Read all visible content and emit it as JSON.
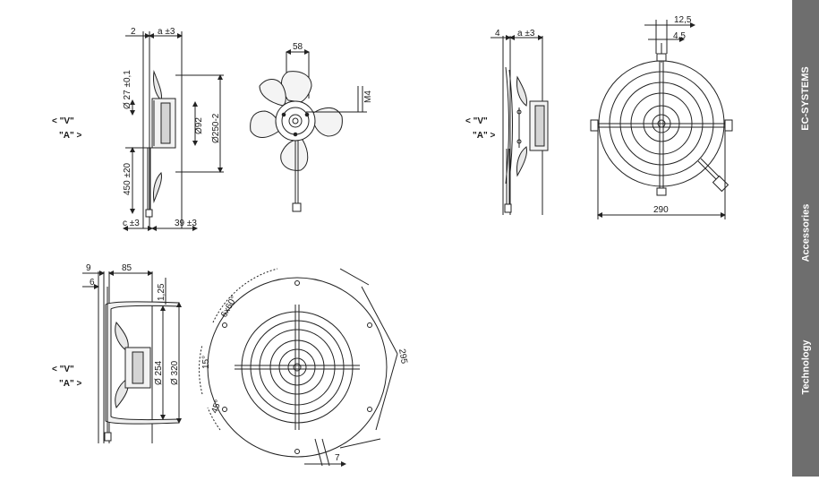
{
  "sidebar": {
    "tabs": [
      {
        "label": "EC-SYSTEMS"
      },
      {
        "label": "Accessories"
      },
      {
        "label": "Technology"
      }
    ]
  },
  "view_labels": {
    "v": "< \"V\"",
    "a": "\"A\" >"
  },
  "drawing1": {
    "dim_2": "2",
    "dim_a": "a ±3",
    "dim_27": "Ø 27 ±0,1",
    "dim_92": "Ø92",
    "dim_250": "Ø250-2",
    "dim_450": "450 ±20",
    "dim_c": "c ±3",
    "dim_39": "39 ±3",
    "dim_58": "58",
    "dim_m4": "M4"
  },
  "drawing2": {
    "dim_4": "4",
    "dim_a": "a ±3",
    "dim_12_5": "12,5",
    "dim_4_5": "4,5",
    "dim_290": "290"
  },
  "drawing3": {
    "dim_9": "9",
    "dim_85": "85",
    "dim_6": "6",
    "dim_1_25": "1,25",
    "dim_254": "Ø 254",
    "dim_320": "Ø 320",
    "dim_6x60": "6x60°",
    "dim_15": "15°",
    "dim_45": "45°",
    "dim_295": "295",
    "dim_7": "7"
  }
}
